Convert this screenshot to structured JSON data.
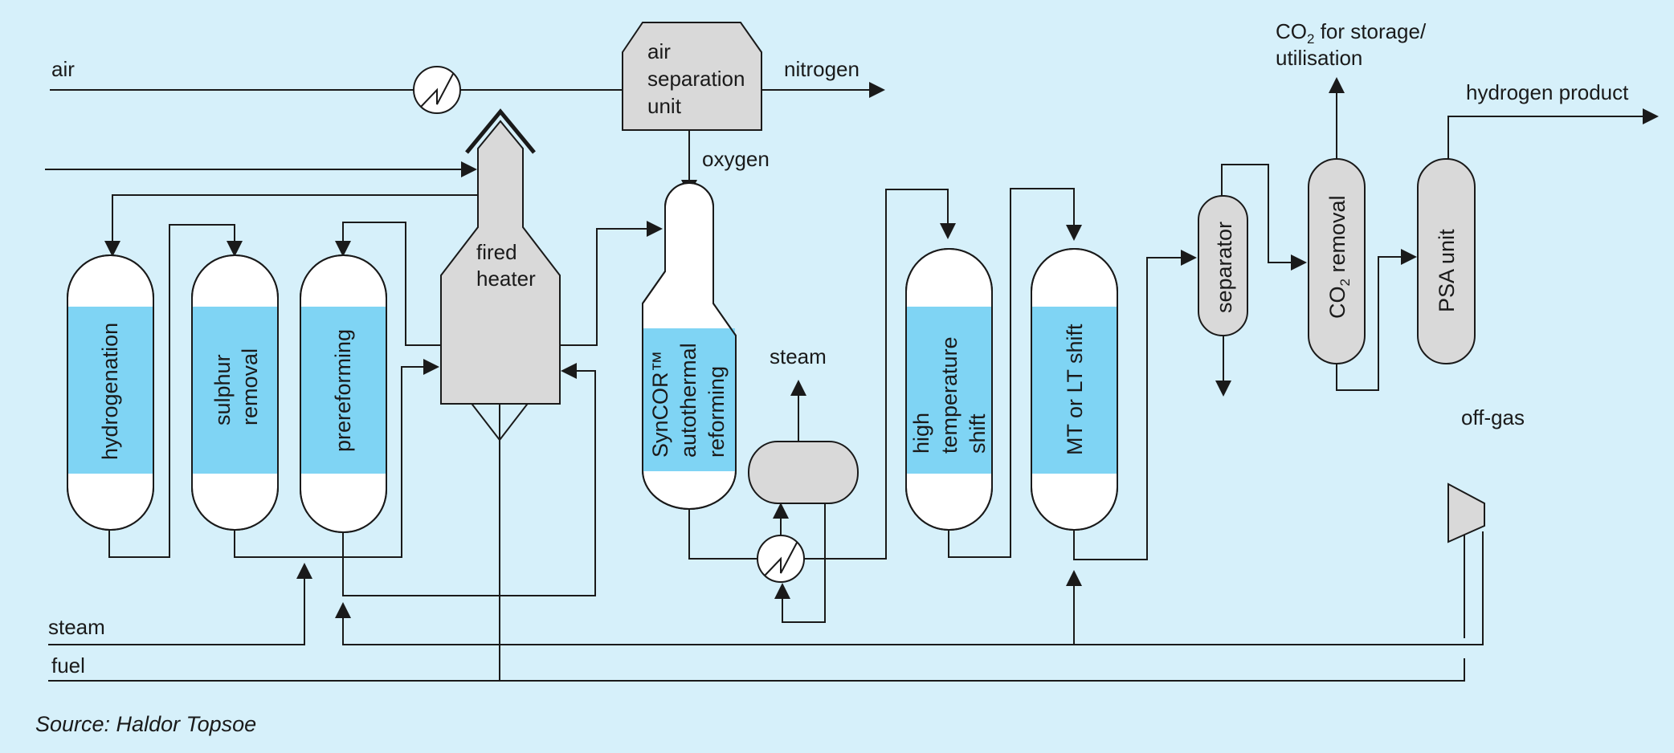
{
  "colors": {
    "background": "#d6f0fa",
    "vessel_band": "#7fd4f4",
    "equipment_gray": "#d9d9d9",
    "line": "#1a1a1a"
  },
  "streams": {
    "air": "air",
    "nitrogen": "nitrogen",
    "oxygen": "oxygen",
    "steam_left": "steam",
    "fuel": "fuel",
    "steam_drum": "steam",
    "co2_line1_pre": "CO",
    "co2_line1_sub": "2",
    "co2_line1_post": " for storage/",
    "co2_line2": "utilisation",
    "hydrogen_product": "hydrogen product",
    "off_gas": "off-gas"
  },
  "units": {
    "asu": [
      "air",
      "separation",
      "unit"
    ],
    "fired_heater": [
      "fired",
      "heater"
    ],
    "hydrogenation": [
      "hydrogenation"
    ],
    "sulphur_removal": [
      "sulphur",
      "removal"
    ],
    "prereforming": [
      "prereforming"
    ],
    "syncor": [
      "SynCOR™",
      "autothermal",
      "reforming"
    ],
    "ht_shift": [
      "high",
      "temperature",
      "shift"
    ],
    "mt_lt_shift": [
      "MT or LT shift"
    ],
    "separator": "separator",
    "co2_removal_pre": "CO",
    "co2_removal_sub": "2",
    "co2_removal_post": " removal",
    "psa": "PSA unit"
  },
  "source": "Source: Haldor Topsoe"
}
